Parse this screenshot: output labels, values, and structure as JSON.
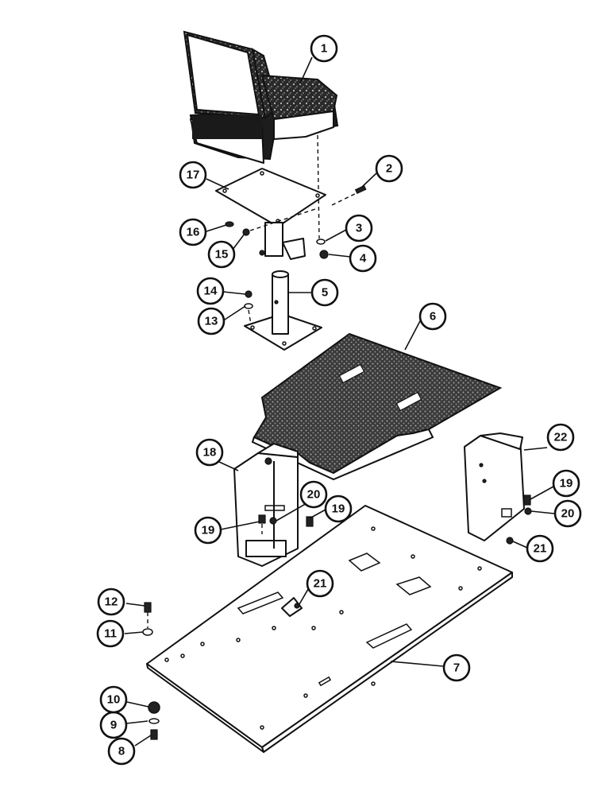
{
  "diagram": {
    "callouts": [
      {
        "label": "1"
      },
      {
        "label": "2"
      },
      {
        "label": "3"
      },
      {
        "label": "4"
      },
      {
        "label": "5"
      },
      {
        "label": "6"
      },
      {
        "label": "7"
      },
      {
        "label": "8"
      },
      {
        "label": "9"
      },
      {
        "label": "10"
      },
      {
        "label": "11"
      },
      {
        "label": "12"
      },
      {
        "label": "13"
      },
      {
        "label": "14"
      },
      {
        "label": "15"
      },
      {
        "label": "16"
      },
      {
        "label": "17"
      },
      {
        "label": "18"
      },
      {
        "label": "19"
      },
      {
        "label": "19"
      },
      {
        "label": "19"
      },
      {
        "label": "20"
      },
      {
        "label": "20"
      },
      {
        "label": "21"
      },
      {
        "label": "21"
      },
      {
        "label": "22"
      }
    ]
  }
}
